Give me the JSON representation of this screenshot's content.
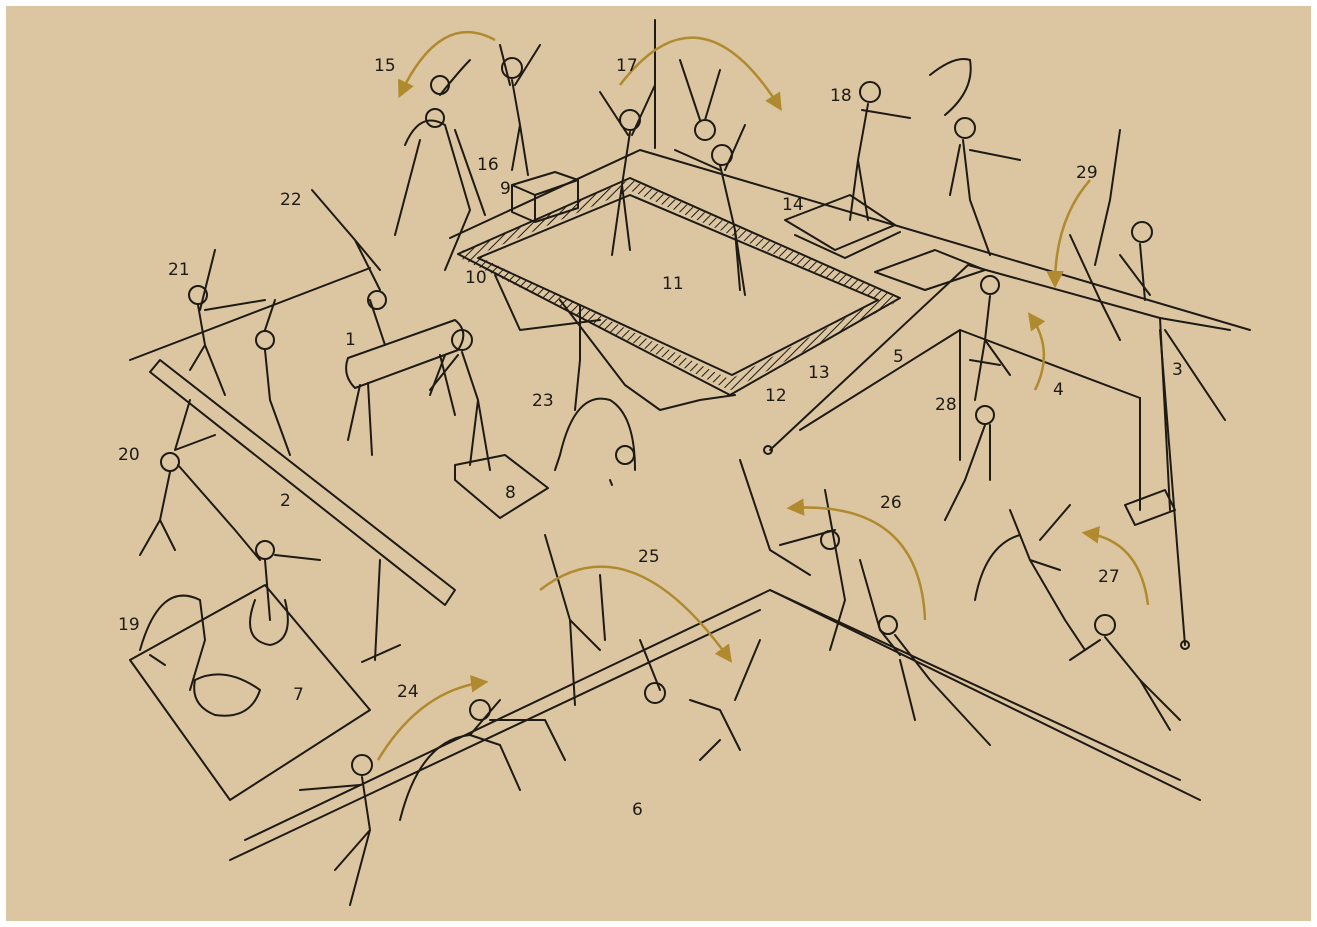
{
  "colors": {
    "background": "#dcc6a2",
    "frame": "#ffffff",
    "ink": "#1e1a14",
    "arrow": "#b08a2e"
  },
  "labels": {
    "l1": "1",
    "l2": "2",
    "l3": "3",
    "l4": "4",
    "l5": "5",
    "l6": "6",
    "l7": "7",
    "l8": "8",
    "l9": "9",
    "l10": "10",
    "l11": "11",
    "l12": "12",
    "l13": "13",
    "l14": "14",
    "l15": "15",
    "l16": "16",
    "l17": "17",
    "l18": "18",
    "l19": "19",
    "l20": "20",
    "l21": "21",
    "l22": "22",
    "l23": "23",
    "l24": "24",
    "l25": "25",
    "l26": "26",
    "l27": "27",
    "l28": "28",
    "l29": "29"
  }
}
